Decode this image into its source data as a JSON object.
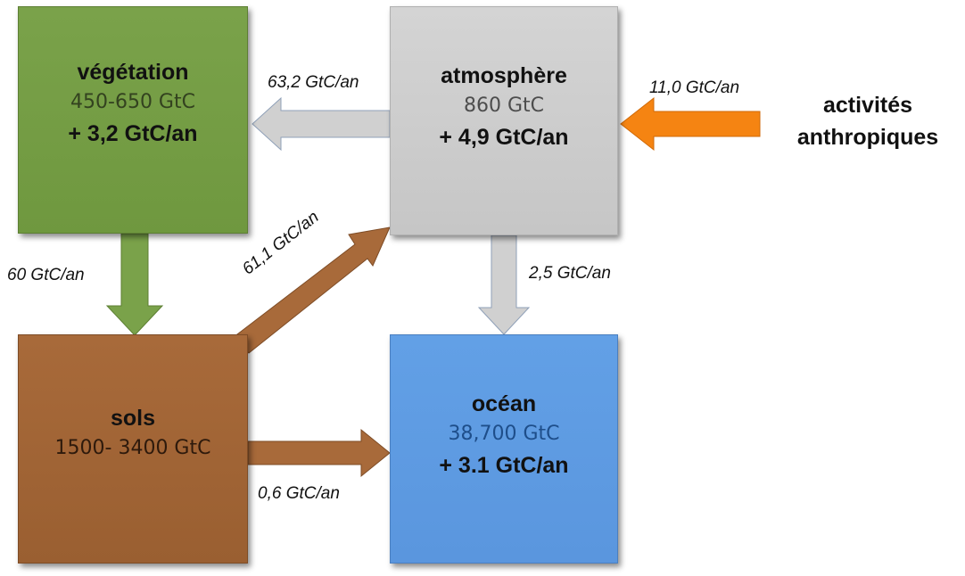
{
  "reservoirs": {
    "vegetation": {
      "title": "végétation",
      "stock": "450-650 GtC",
      "change": "+ 3,2 GtC/an",
      "color": "#7aa24a"
    },
    "atmosphere": {
      "title": "atmosphère",
      "stock": "860 GtC",
      "change": "+ 4,9 GtC/an",
      "color": "#cfcfcf"
    },
    "sols": {
      "title": "sols",
      "stock": "1500- 3400 GtC",
      "color": "#a86a3a"
    },
    "ocean": {
      "title": "océan",
      "stock": "38,700 GtC",
      "change": "+ 3.1 GtC/an",
      "color": "#5e9be3"
    }
  },
  "source": {
    "line1": "activités",
    "line2": "anthropiques"
  },
  "fluxes": {
    "atmosphere_to_vegetation": "63,2 GtC/an",
    "anthropic_to_atmosphere": "11,0 GtC/an",
    "vegetation_to_sols": "60 GtC/an",
    "sols_to_atmosphere": "61,1 GtC/an",
    "atmosphere_to_ocean": "2,5 GtC/an",
    "sols_to_ocean": "0,6 GtC/an"
  },
  "arrow_colors": {
    "gray": "#d0d0d0",
    "green": "#7aa24a",
    "brown": "#a86a3a",
    "orange": "#f58412"
  }
}
